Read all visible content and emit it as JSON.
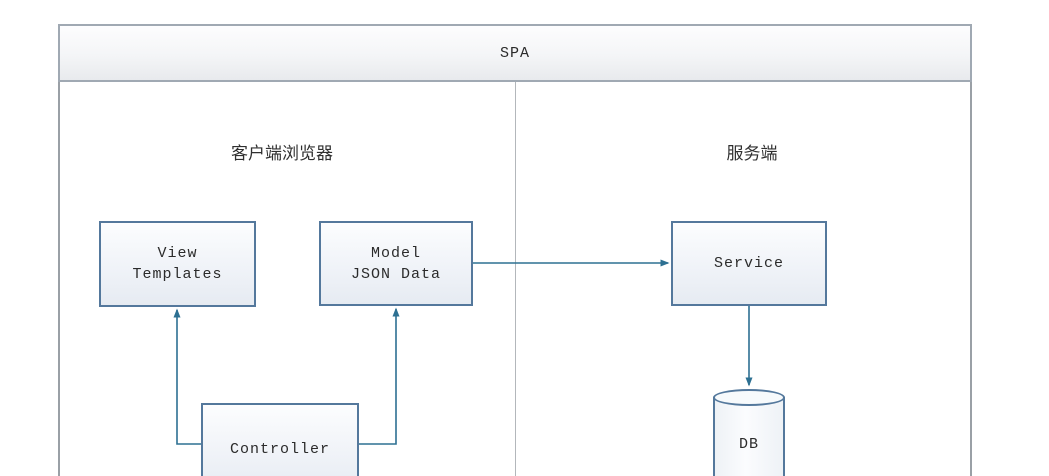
{
  "diagram": {
    "type": "architecture-diagram",
    "title": "SPA",
    "sections": [
      {
        "id": "client",
        "label": "客户端浏览器"
      },
      {
        "id": "server",
        "label": "服务端"
      }
    ],
    "nodes": {
      "view": {
        "line1": "View",
        "line2": "Templates"
      },
      "model": {
        "line1": "Model",
        "line2": "JSON Data"
      },
      "service": {
        "label": "Service"
      },
      "controller": {
        "label": "Controller"
      },
      "db": {
        "label": "DB"
      }
    },
    "edges": [
      {
        "from": "model",
        "to": "service",
        "direction": "right"
      },
      {
        "from": "service",
        "to": "db",
        "direction": "down"
      },
      {
        "from": "controller",
        "to": "view",
        "direction": "up"
      },
      {
        "from": "controller",
        "to": "model",
        "direction": "up"
      }
    ],
    "colors": {
      "node_border": "#54789c",
      "arrow": "#2d7092",
      "frame_border": "#9aa0a6",
      "title_bar_border": "#a0a9b3",
      "divider": "#b3b7bb",
      "node_fill_top": "#fcfdfe",
      "node_fill_bottom": "#e6ebf2",
      "text": "#2b2b2b"
    }
  }
}
